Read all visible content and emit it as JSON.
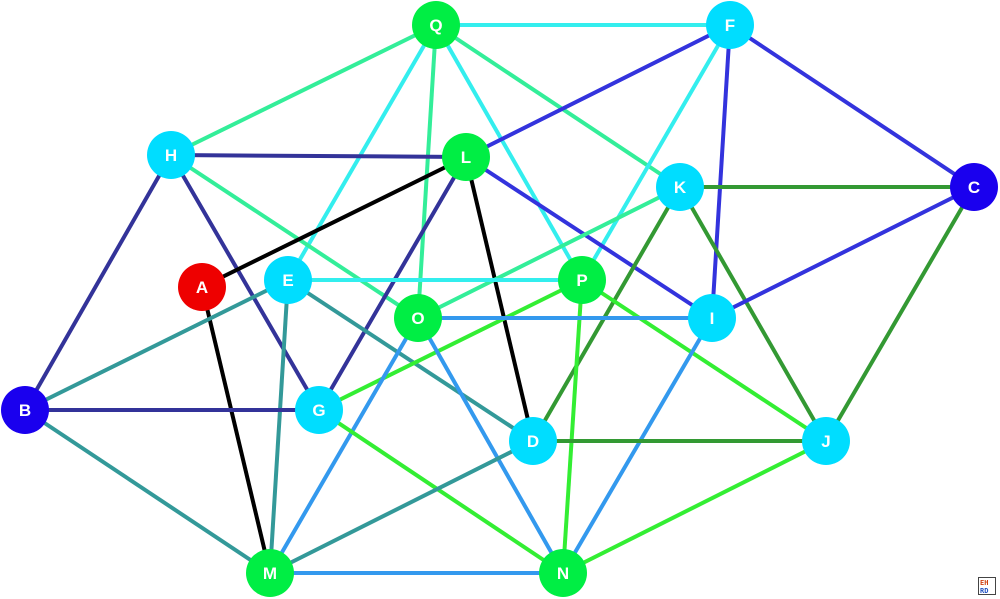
{
  "graph": {
    "nodes": [
      {
        "id": "A",
        "label": "A",
        "color": "#ee0000"
      },
      {
        "id": "B",
        "label": "B",
        "color": "#1a00ee"
      },
      {
        "id": "C",
        "label": "C",
        "color": "#1a00ee"
      },
      {
        "id": "D",
        "label": "D",
        "color": "#00ddff"
      },
      {
        "id": "E",
        "label": "E",
        "color": "#00ddff"
      },
      {
        "id": "F",
        "label": "F",
        "color": "#00ddff"
      },
      {
        "id": "G",
        "label": "G",
        "color": "#00ddff"
      },
      {
        "id": "H",
        "label": "H",
        "color": "#00ddff"
      },
      {
        "id": "I",
        "label": "I",
        "color": "#00ddff"
      },
      {
        "id": "J",
        "label": "J",
        "color": "#00ddff"
      },
      {
        "id": "K",
        "label": "K",
        "color": "#00ddff"
      },
      {
        "id": "L",
        "label": "L",
        "color": "#00ee44"
      },
      {
        "id": "M",
        "label": "M",
        "color": "#00ee44"
      },
      {
        "id": "N",
        "label": "N",
        "color": "#00ee44"
      },
      {
        "id": "O",
        "label": "O",
        "color": "#00ee44"
      },
      {
        "id": "P",
        "label": "P",
        "color": "#00ee44"
      },
      {
        "id": "Q",
        "label": "Q",
        "color": "#00ee44"
      }
    ],
    "edges": [
      {
        "from": "Q",
        "to": "F",
        "color": "#33eeee"
      },
      {
        "from": "Q",
        "to": "H",
        "color": "#33ee99"
      },
      {
        "from": "Q",
        "to": "E",
        "color": "#33eeee"
      },
      {
        "from": "Q",
        "to": "O",
        "color": "#33ee99"
      },
      {
        "from": "Q",
        "to": "P",
        "color": "#33eeee"
      },
      {
        "from": "Q",
        "to": "K",
        "color": "#33ee99"
      },
      {
        "from": "F",
        "to": "L",
        "color": "#3333dd"
      },
      {
        "from": "F",
        "to": "C",
        "color": "#3333dd"
      },
      {
        "from": "F",
        "to": "P",
        "color": "#33eeee"
      },
      {
        "from": "F",
        "to": "I",
        "color": "#3333dd"
      },
      {
        "from": "H",
        "to": "L",
        "color": "#333399"
      },
      {
        "from": "H",
        "to": "B",
        "color": "#333399"
      },
      {
        "from": "H",
        "to": "G",
        "color": "#333399"
      },
      {
        "from": "H",
        "to": "O",
        "color": "#33ee99"
      },
      {
        "from": "L",
        "to": "A",
        "color": "#000000"
      },
      {
        "from": "L",
        "to": "G",
        "color": "#333399"
      },
      {
        "from": "L",
        "to": "D",
        "color": "#000000"
      },
      {
        "from": "L",
        "to": "I",
        "color": "#3333dd"
      },
      {
        "from": "K",
        "to": "C",
        "color": "#339933"
      },
      {
        "from": "K",
        "to": "O",
        "color": "#33ee99"
      },
      {
        "from": "K",
        "to": "D",
        "color": "#339933"
      },
      {
        "from": "K",
        "to": "J",
        "color": "#339933"
      },
      {
        "from": "C",
        "to": "I",
        "color": "#3333dd"
      },
      {
        "from": "C",
        "to": "J",
        "color": "#339933"
      },
      {
        "from": "A",
        "to": "M",
        "color": "#000000"
      },
      {
        "from": "E",
        "to": "P",
        "color": "#33eeee"
      },
      {
        "from": "E",
        "to": "B",
        "color": "#339999"
      },
      {
        "from": "E",
        "to": "M",
        "color": "#339999"
      },
      {
        "from": "E",
        "to": "D",
        "color": "#339999"
      },
      {
        "from": "P",
        "to": "G",
        "color": "#33ee33"
      },
      {
        "from": "P",
        "to": "J",
        "color": "#33ee33"
      },
      {
        "from": "P",
        "to": "N",
        "color": "#33ee33"
      },
      {
        "from": "O",
        "to": "I",
        "color": "#3399ee"
      },
      {
        "from": "O",
        "to": "M",
        "color": "#3399ee"
      },
      {
        "from": "O",
        "to": "N",
        "color": "#3399ee"
      },
      {
        "from": "I",
        "to": "N",
        "color": "#3399ee"
      },
      {
        "from": "B",
        "to": "G",
        "color": "#333399"
      },
      {
        "from": "B",
        "to": "M",
        "color": "#339999"
      },
      {
        "from": "G",
        "to": "N",
        "color": "#33ee33"
      },
      {
        "from": "D",
        "to": "J",
        "color": "#339933"
      },
      {
        "from": "D",
        "to": "M",
        "color": "#339999"
      },
      {
        "from": "J",
        "to": "N",
        "color": "#33ee33"
      },
      {
        "from": "M",
        "to": "N",
        "color": "#3399ee"
      }
    ]
  },
  "watermark": {
    "line1": "EH",
    "line2": "RD"
  }
}
